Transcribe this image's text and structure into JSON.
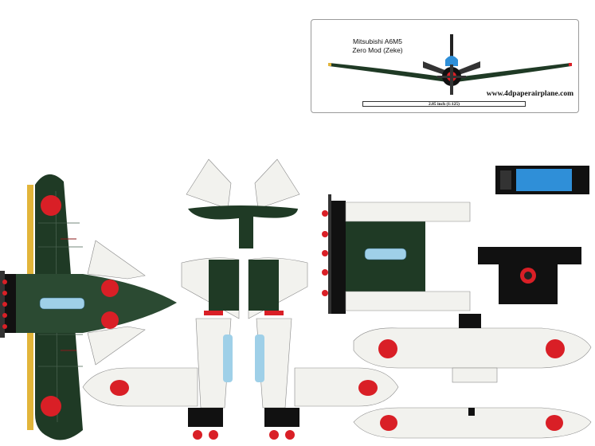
{
  "card": {
    "model_line1": "Mitsubishi A6M5",
    "model_line2": "Zero Mod (Zeke)",
    "website": "www.4dpaperairplane.com",
    "scale": "2.85 inch (1:125)"
  },
  "colors": {
    "dark_green": "#1f3a25",
    "panel_green": "#2b4a32",
    "hinomaru_red": "#d91f26",
    "white_underside": "#f2f2ee",
    "canopy_blue": "#9fd0e8",
    "cockpit_blue": "#2f8fd8",
    "black": "#111111",
    "yellow_edge": "#e2b53a"
  }
}
